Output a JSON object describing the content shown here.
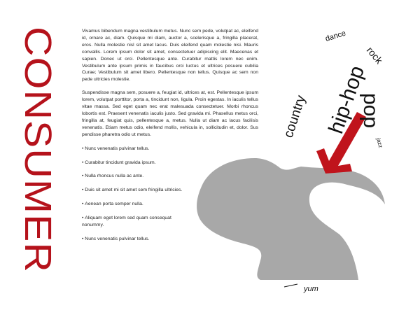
{
  "masthead": {
    "title": "CONSUMER",
    "color": "#b5121b"
  },
  "article": {
    "paragraphs": [
      "Vivamus bibendum magna vestibulum metus. Nunc sem pede, volutpat ac, eleifend id, ornare ac, diam. Quisque mi diam, auctor a, scelerisque a, fringilla placerat, eros. Nulla molestie nisl sit amet lacus. Duis eleifend quam molestie nisi. Mauris convallis. Lorem ipsum dolor sit amet, consectetuer adipiscing elit. Maecenas et sapien. Donec ut orci. Pellentesque ante. Curabitur mattis lorem nec enim. Vestibulum ante ipsum primis in faucibus orci luctus et ultrices posuere cubilia Curae; Vestibulum sit amet libero. Pellentesque non tellus. Quisque ac sem non pede ultricies molestie.",
      "Suspendisse magna sem, posuere a, feugiat id, ultrices at, est. Pellentesque ipsum lorem, volutpat porttitor, porta a, tincidunt non, ligula. Proin egestas. In iaculis tellus vitae massa. Sed eget quam nec erat malesuada consectetuer. Morbi rhoncus lobortis est. Praesent venenatis iaculis justo. Sed gravida mi. Phasellus metus orci, fringilla at, feugiat quis, pellentesque a, metus. Nulla ut diam ac lacus facilisis venenatis. Etiam metus odio, eleifend mollis, vehicula in, sollicitudin et, dolor. Sus pendisse pharetra odio ut metus."
    ],
    "bullets": [
      "Nunc venenatis pulvinar tellus.",
      "Curabitur tincidunt gravida ipsum.",
      "Nulla rhoncus nulla ac ante.",
      "Duis sit amet mi sit amet sem fringilla ultricies.",
      "Aenean porta semper nulla.",
      "Aliquam eget lorem sed quam consequat nonummy.",
      "Nunc venenatis pulvinar tellus."
    ]
  },
  "illustration": {
    "genres": {
      "dance": "dance",
      "rock": "rock",
      "hiphop": "hip-hop",
      "country": "country",
      "pop": "pop",
      "jazz": "jazz"
    },
    "caption": "yum",
    "head_color": "#a8a8a8",
    "arrow_color": "#c0141c",
    "text_color": "#111111"
  }
}
